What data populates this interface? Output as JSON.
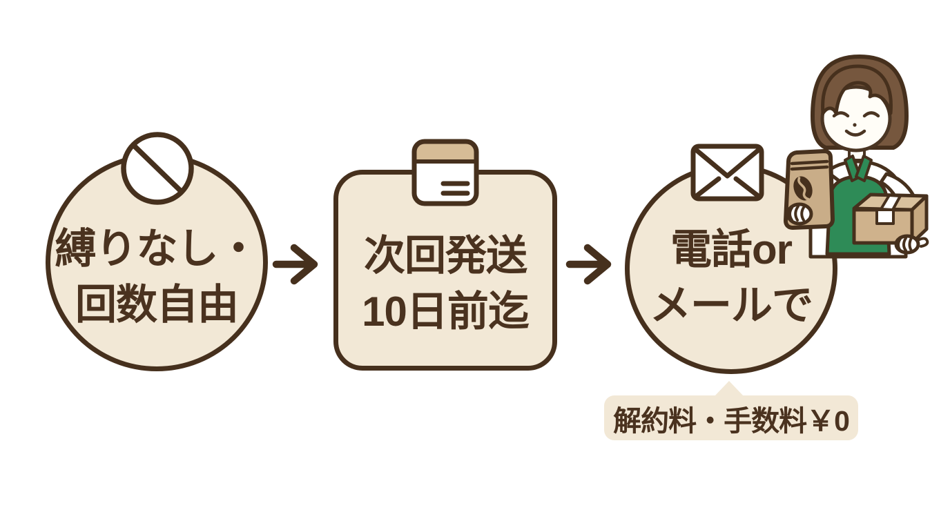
{
  "palette": {
    "background": "#ffffff",
    "shape_fill": "#f2e8d6",
    "outline_brown": "#46301d",
    "text_brown": "#4a321f",
    "tan": "#d6bc96",
    "bag_tan": "#c9ad88",
    "box_tan": "#cfb28c",
    "apron_green": "#2e8b57",
    "hair_brown": "#76573e",
    "white": "#ffffff"
  },
  "flow": {
    "steps": [
      {
        "id": "no-commitment",
        "shape": "circle",
        "icon": "prohibition-icon",
        "line1": "縛りなし・",
        "line2": "回数自由"
      },
      {
        "id": "shipping-deadline",
        "shape": "rounded-square",
        "icon": "calendar-icon",
        "line1": "次回発送",
        "line2": "10日前迄"
      },
      {
        "id": "contact-method",
        "shape": "circle",
        "icon": "envelope-icon",
        "line1": "電話or",
        "line2": "メールで"
      }
    ],
    "arrow_glyph": "→",
    "callout": {
      "text": "解約料・手数料￥0",
      "attached_to": "contact-method"
    }
  },
  "illustration": {
    "name": "shop-staff-woman",
    "holding": [
      "coffee-bag",
      "cardboard-box"
    ]
  }
}
